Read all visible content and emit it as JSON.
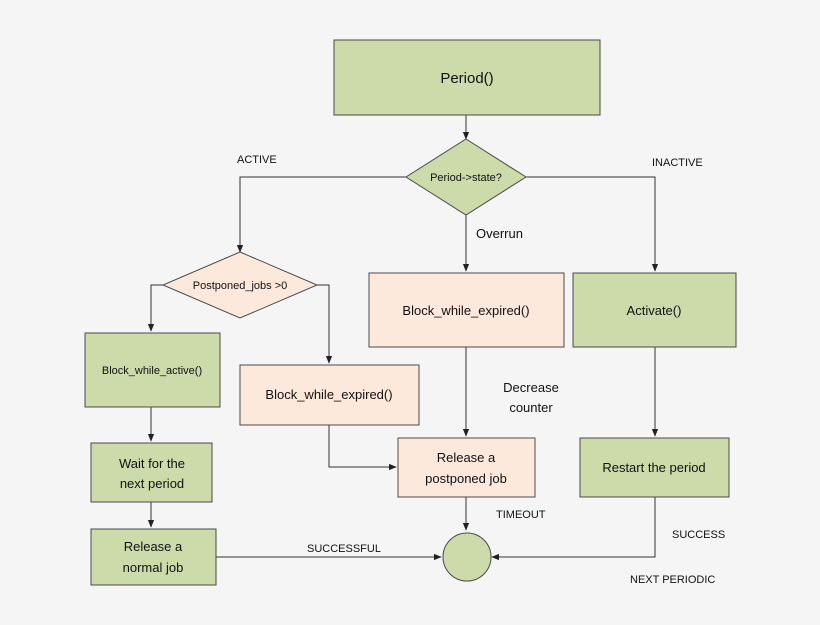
{
  "nodes": {
    "period": "Period()",
    "state_decision": "Period->state?",
    "postponed_decision": "Postponed_jobs >0",
    "block_active": "Block_while_active()",
    "wait_line1": "Wait for the",
    "wait_line2": "next period",
    "release_normal_line1": "Release a",
    "release_normal_line2": "normal job",
    "block_expired_left": "Block_while_expired()",
    "block_expired_center": "Block_while_expired()",
    "release_postponed_line1": "Release a",
    "release_postponed_line2": "postponed job",
    "activate": "Activate()",
    "restart": "Restart the period"
  },
  "edge_labels": {
    "active": "ACTIVE",
    "inactive": "INACTIVE",
    "overrun": "Overrun",
    "decrease_line1": "Decrease",
    "decrease_line2": "counter",
    "timeout": "TIMEOUT",
    "successful": "SUCCESSFUL",
    "success_right": "SUCCESS",
    "next_periodic": "NEXT PERIODIC"
  },
  "colors": {
    "green_fill": "#cddbaa",
    "peach_fill": "#fde8dc",
    "background": "#f5f5f5"
  }
}
